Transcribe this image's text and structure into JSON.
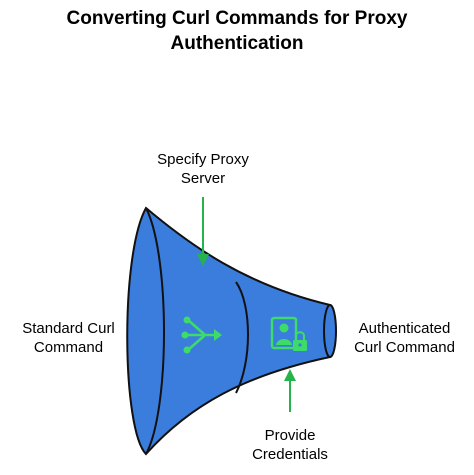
{
  "title": {
    "line1": "Converting Curl Commands for Proxy",
    "line2": "Authentication"
  },
  "labels": {
    "input": {
      "line1": "Standard Curl",
      "line2": "Command"
    },
    "output": {
      "line1": "Authenticated",
      "line2": "Curl Command"
    },
    "step1": {
      "line1": "Specify Proxy",
      "line2": "Server"
    },
    "step2": {
      "line1": "Provide",
      "line2": "Credentials"
    }
  },
  "colors": {
    "funnel_fill": "#3b7ddd",
    "funnel_stroke": "#111111",
    "icon": "#3ddc68",
    "arrow": "#27b34b"
  },
  "icons": {
    "step1": "network-share-icon",
    "step2": "user-lock-icon"
  }
}
